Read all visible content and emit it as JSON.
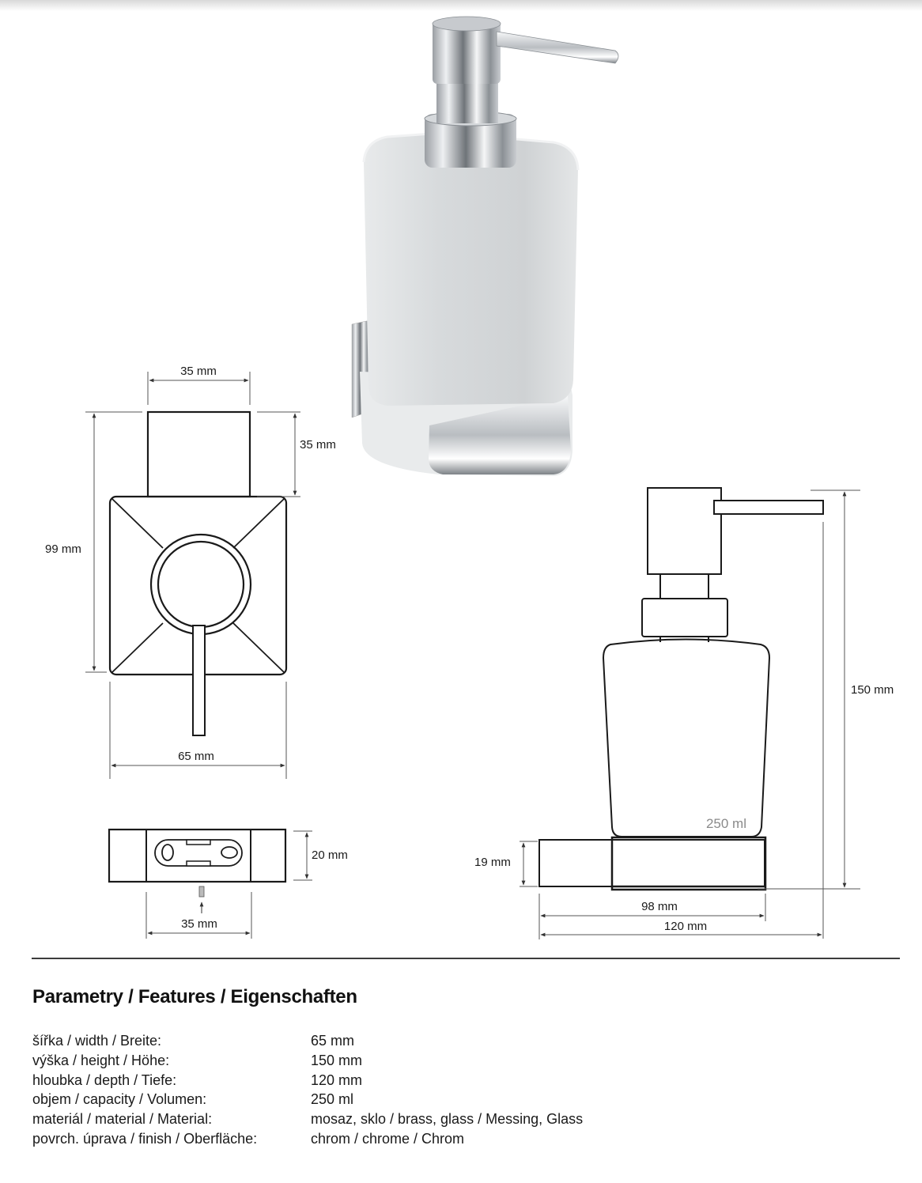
{
  "product_photo": {
    "alt": "Wall-mounted soap dispenser with frosted glass container and chrome pump"
  },
  "top_view": {
    "dimensions": {
      "mount_width": "35 mm",
      "mount_depth": "35 mm",
      "total_depth": "99 mm",
      "body_width": "65 mm"
    }
  },
  "mount_plate_view": {
    "dimensions": {
      "height": "20 mm",
      "screw_spacing": "35 mm"
    }
  },
  "side_view": {
    "capacity_label": "250 ml",
    "dimensions": {
      "height": "150 mm",
      "base_height": "19 mm",
      "base_depth": "98 mm",
      "total_depth": "120 mm"
    }
  },
  "features": {
    "title": "Parametry / Features / Eigenschaften",
    "rows": [
      {
        "label": "šířka / width / Breite:",
        "value": "65 mm"
      },
      {
        "label": "výška / height / Höhe:",
        "value": "150 mm"
      },
      {
        "label": "hloubka / depth / Tiefe:",
        "value": "120 mm"
      },
      {
        "label": "objem / capacity / Volumen:",
        "value": "250 ml"
      },
      {
        "label": "materiál / material / Material:",
        "value": "mosaz, sklo / brass, glass / Messing, Glass"
      },
      {
        "label": "povrch. úprava / finish / Oberfläche:",
        "value": "chrom / chrome / Chrom"
      }
    ]
  },
  "colors": {
    "line": "#1a1a1a",
    "dimension_line": "#555555",
    "capacity_text": "#8a8a8a",
    "divider": "#3c3c3c"
  }
}
